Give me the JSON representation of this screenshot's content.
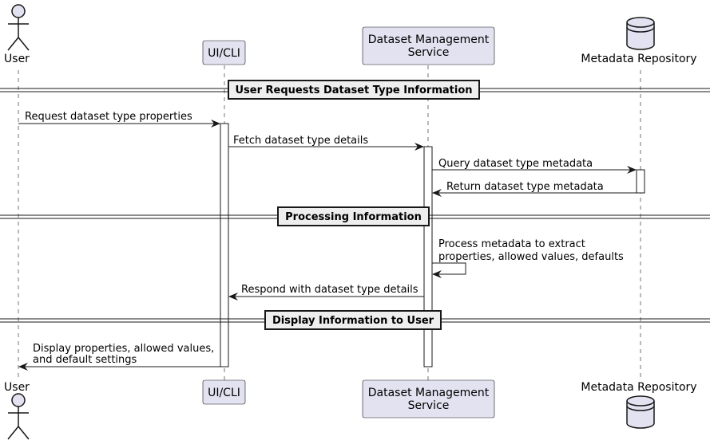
{
  "colors": {
    "participant_fill": "#E2E2F0",
    "participant_stroke": "#181818",
    "lifeline": "#181818",
    "divider_fill": "#EEEEEE"
  },
  "participants": [
    {
      "id": "user",
      "label": "User",
      "kind": "actor"
    },
    {
      "id": "ui_cli",
      "label": "UI/CLI",
      "kind": "participant"
    },
    {
      "id": "dms",
      "label_line1": "Dataset Management",
      "label_line2": "Service",
      "kind": "participant"
    },
    {
      "id": "repo",
      "label": "Metadata Repository",
      "kind": "database"
    }
  ],
  "dividers": [
    {
      "label": "User Requests Dataset Type Information"
    },
    {
      "label": "Processing Information"
    },
    {
      "label": "Display Information to User"
    }
  ],
  "messages": [
    {
      "from": "User",
      "to": "UI/CLI",
      "text": "Request dataset type properties"
    },
    {
      "from": "UI/CLI",
      "to": "Dataset Management Service",
      "text": "Fetch dataset type details"
    },
    {
      "from": "Dataset Management Service",
      "to": "Metadata Repository",
      "text": "Query dataset type metadata"
    },
    {
      "from": "Metadata Repository",
      "to": "Dataset Management Service",
      "text": "Return dataset type metadata"
    },
    {
      "from": "Dataset Management Service",
      "to": "Dataset Management Service",
      "text_line1": "Process metadata to extract",
      "text_line2": "properties, allowed values, defaults"
    },
    {
      "from": "Dataset Management Service",
      "to": "UI/CLI",
      "text": "Respond with dataset type details"
    },
    {
      "from": "UI/CLI",
      "to": "User",
      "text_line1": "Display properties, allowed values,",
      "text_line2": "and default settings"
    }
  ]
}
